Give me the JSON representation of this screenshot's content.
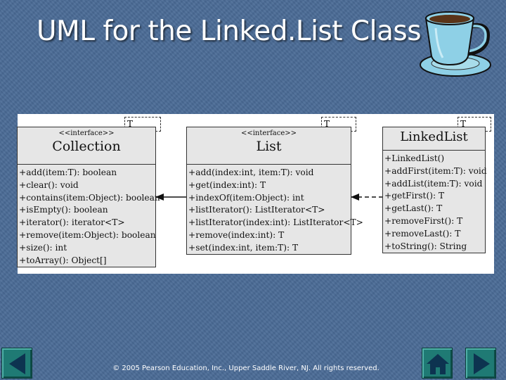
{
  "slide": {
    "title": "UML for the Linked.List Class",
    "copyright": "© 2005 Pearson Education, Inc., Upper Saddle River, NJ. All rights reserved."
  },
  "diagram": {
    "classes": [
      {
        "key": "collection",
        "stereotype": "<<interface>>",
        "name": "Collection",
        "type_param": "T",
        "operations": [
          "+add(item:T): boolean",
          "+clear(): void",
          "+contains(item:Object): boolean",
          "+isEmpty(): boolean",
          "+iterator(): iterator<T>",
          "+remove(item:Object): boolean",
          "+size(): int",
          "+toArray(): Object[]"
        ]
      },
      {
        "key": "list",
        "stereotype": "<<interface>>",
        "name": "List",
        "type_param": "T",
        "operations": [
          "+add(index:int, item:T): void",
          "+get(index:int): T",
          "+indexOf(item:Object): int",
          "+listIterator(): ListIterator<T>",
          "+listIterator(index:int): ListIterator<T>",
          "+remove(index:int): T",
          "+set(index:int, item:T): T"
        ]
      },
      {
        "key": "linkedlist",
        "stereotype": "",
        "name": "LinkedList",
        "type_param": "T",
        "operations": [
          "+LinkedList()",
          "+addFirst(item:T): void",
          "+addList(item:T): void",
          "+getFirst(): T",
          "+getLast(): T",
          "+removeFirst(): T",
          "+removeLast(): T",
          "+toString(): String"
        ]
      }
    ],
    "relations": [
      {
        "from": "LinkedList",
        "to": "List",
        "type": "implementation"
      },
      {
        "from": "List",
        "to": "Collection",
        "type": "generalization"
      }
    ]
  },
  "navigation": {
    "icons": [
      "arrow-left-icon",
      "home-icon",
      "arrow-right-icon"
    ],
    "colors": {
      "button": "#1f7a74",
      "glyph": "#0d3350"
    }
  },
  "colors": {
    "background": "#4a6b96",
    "title_text": "#ffffff",
    "class_fill": "#e6e6e6"
  }
}
